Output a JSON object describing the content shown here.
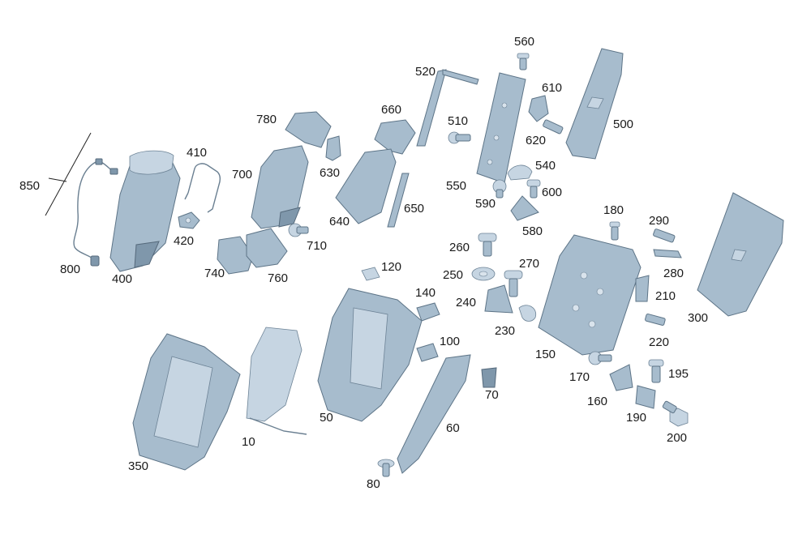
{
  "labels": {
    "l10": "10",
    "l50": "50",
    "l60": "60",
    "l70": "70",
    "l80": "80",
    "l100": "100",
    "l120": "120",
    "l140": "140",
    "l150": "150",
    "l160": "160",
    "l170": "170",
    "l180": "180",
    "l190": "190",
    "l195": "195",
    "l200": "200",
    "l210": "210",
    "l220": "220",
    "l230": "230",
    "l240": "240",
    "l250": "250",
    "l260": "260",
    "l270": "270",
    "l280": "280",
    "l290": "290",
    "l300": "300",
    "l350": "350",
    "l400": "400",
    "l410": "410",
    "l420": "420",
    "l500": "500",
    "l510": "510",
    "l520": "520",
    "l540": "540",
    "l550": "550",
    "l560": "560",
    "l580": "580",
    "l590": "590",
    "l600": "600",
    "l610": "610",
    "l620": "620",
    "l630": "630",
    "l640": "640",
    "l650": "650",
    "l660": "660",
    "l700": "700",
    "l710": "710",
    "l740": "740",
    "l760": "760",
    "l780": "780",
    "l800": "800",
    "l850": "850"
  }
}
